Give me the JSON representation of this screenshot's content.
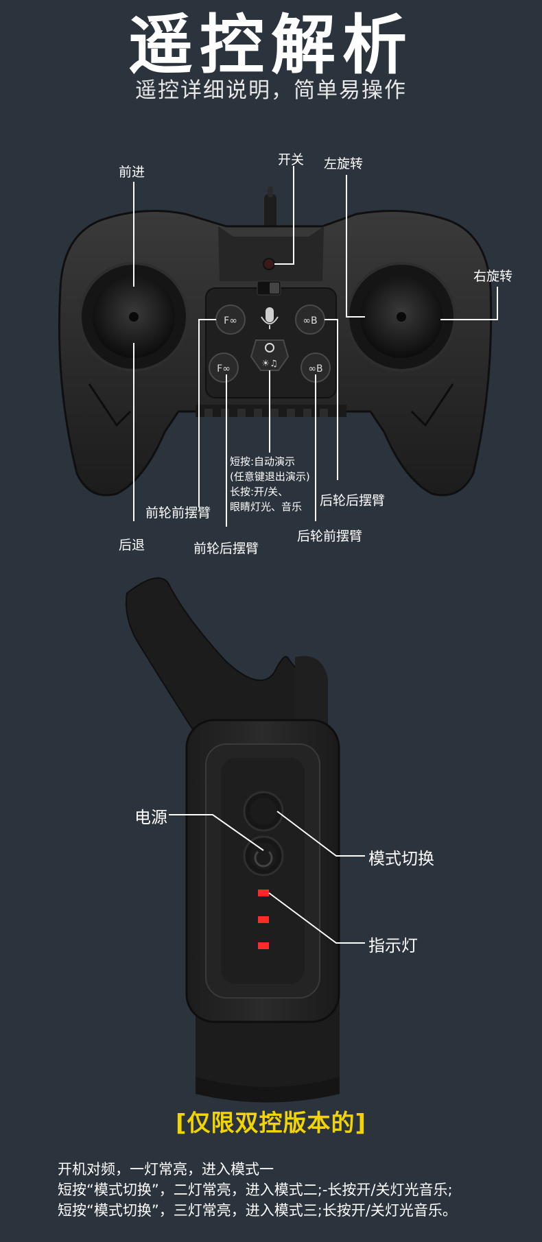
{
  "header": {
    "title": "遥控解析",
    "subtitle": "遥控详细说明，简单易操作"
  },
  "controller_labels": {
    "forward": "前进",
    "power_switch": "开关",
    "rotate_left": "左旋转",
    "rotate_right": "右旋转",
    "front_wheel_front_arm": "前轮前摆臂",
    "backward": "后退",
    "front_wheel_rear_arm": "前轮后摆臂",
    "rear_wheel_rear_arm": "后轮后摆臂",
    "rear_wheel_front_arm": "后轮前摆臂",
    "center_button_note": [
      "短按:自动演示",
      "(任意键退出演示)",
      "长按:开/关、",
      "眼睛灯光、音乐"
    ]
  },
  "wrist_remote_labels": {
    "power": "电源",
    "mode_switch": "模式切换",
    "indicator": "指示灯"
  },
  "version_note": "[仅限双控版本的]",
  "instructions": [
    "开机对频，一灯常亮，进入模式一",
    "短按“模式切换”，二灯常亮，进入模式二;-长按开/关灯光音乐;",
    "短按“模式切换”，三灯常亮，进入模式三;长按开/关灯光音乐。"
  ],
  "colors": {
    "background": "#2b333d",
    "accent_yellow": "#f2d400",
    "indicator_red": "#ff2a2a"
  }
}
